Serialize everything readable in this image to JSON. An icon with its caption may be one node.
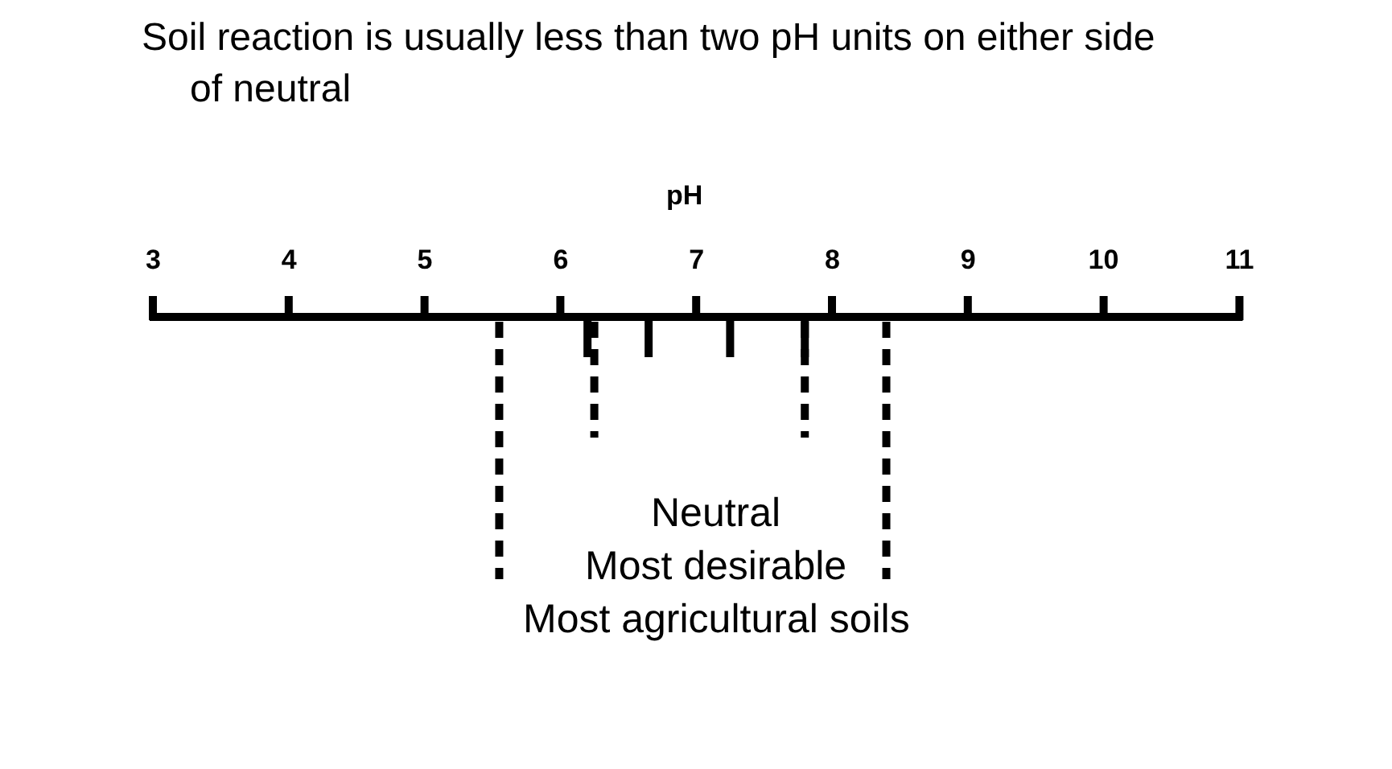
{
  "diagram": {
    "title": "Soil reaction is usually less than two pH units on either side of neutral",
    "labels": [
      "pH",
      "3",
      "4",
      "5",
      "6",
      "7",
      "8",
      "9",
      "10",
      "11",
      "Neutral",
      "Most desirable",
      "Most agricultural soils"
    ]
  }
}
